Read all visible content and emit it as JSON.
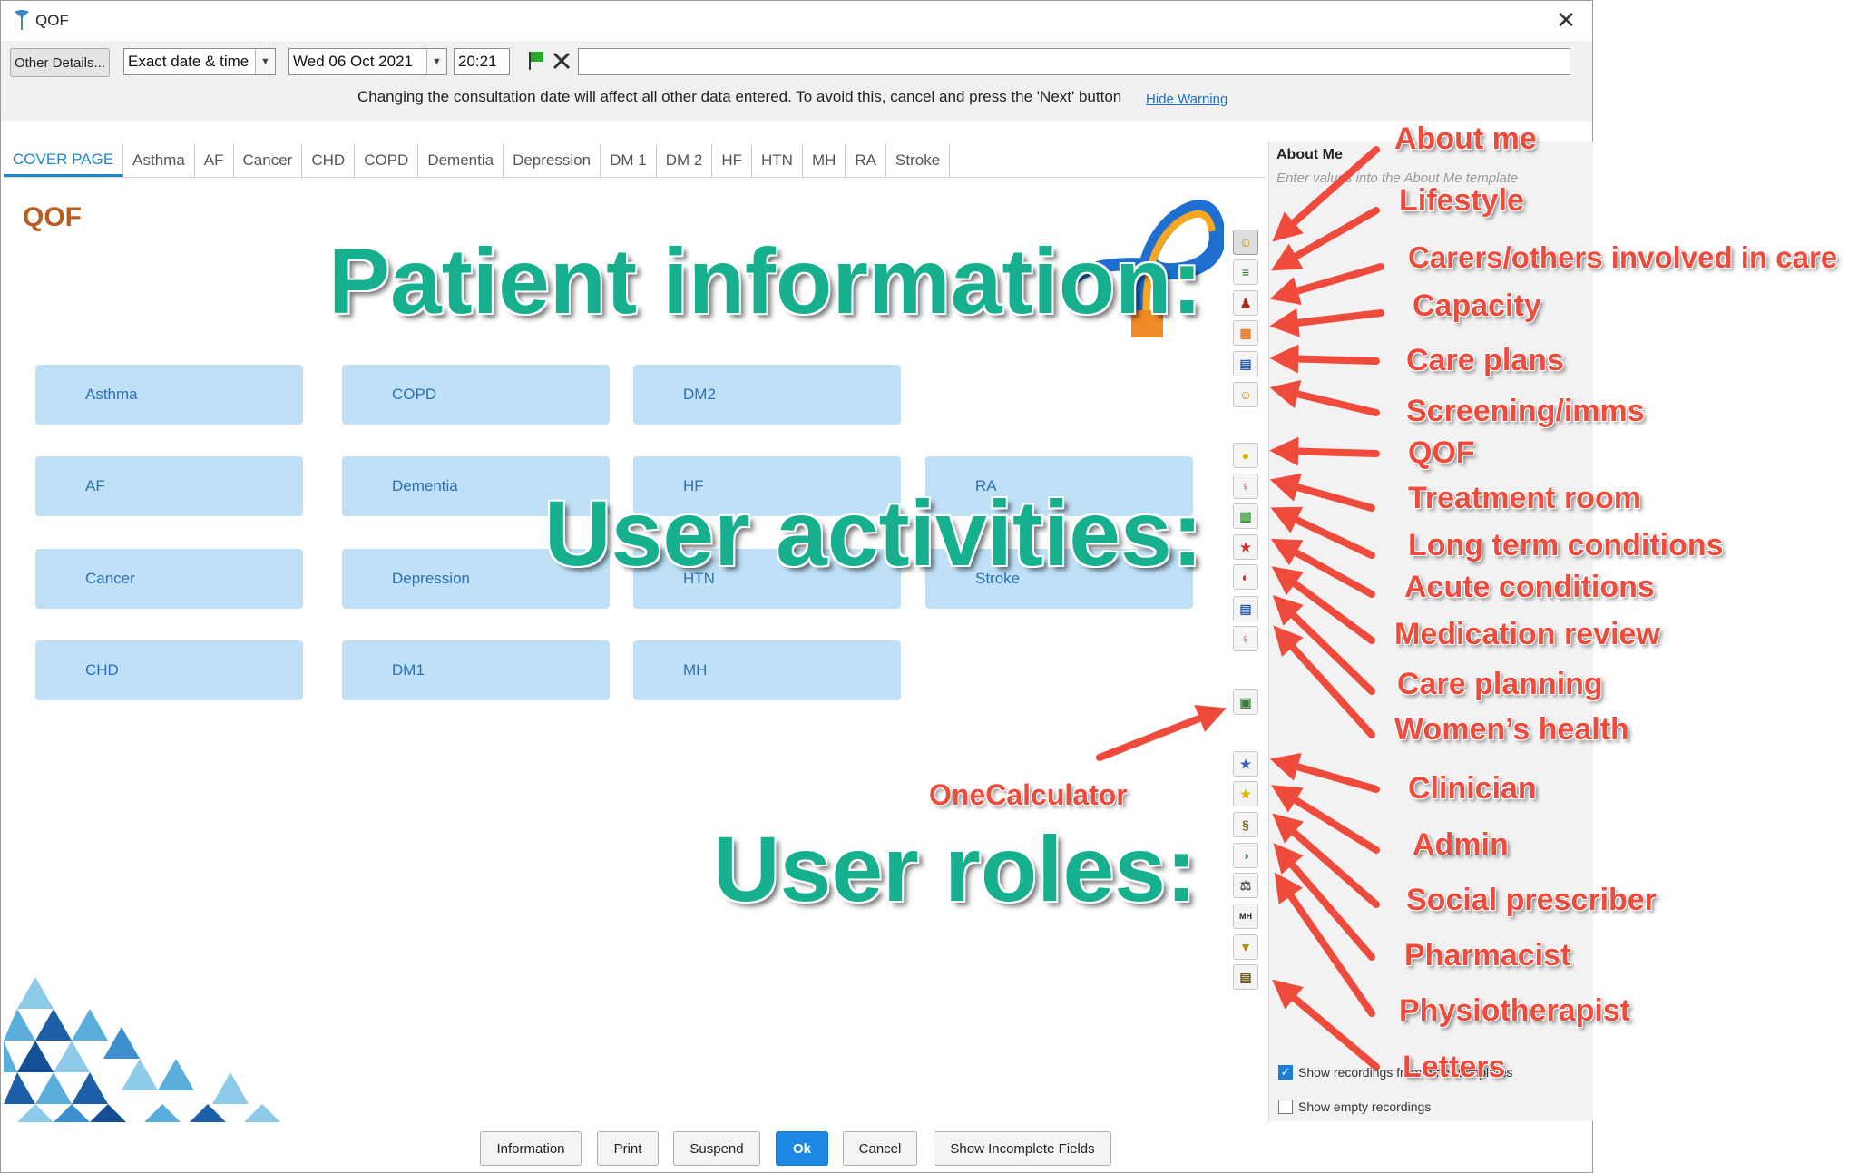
{
  "window": {
    "title": "QOF",
    "close_glyph": "✕"
  },
  "toolbar": {
    "other_details": "Other Details...",
    "date_mode": "Exact date & time",
    "date": "Wed 06 Oct 2021",
    "time": "20:21",
    "flag_icon": "green-flag-icon",
    "clear_icon": "close-icon",
    "notes_value": "",
    "warning": "Changing the consultation date will affect all other data entered. To avoid this, cancel and press the 'Next' button",
    "hide_warning": "Hide Warning"
  },
  "tabs": [
    "COVER PAGE",
    "Asthma",
    "AF",
    "Cancer",
    "CHD",
    "COPD",
    "Dementia",
    "Depression",
    "DM 1",
    "DM 2",
    "HF",
    "HTN",
    "MH",
    "RA",
    "Stroke"
  ],
  "active_tab": "COVER PAGE",
  "main": {
    "heading": "QOF",
    "tiles": [
      "Asthma",
      "COPD",
      "DM2",
      "AF",
      "Dementia",
      "HF",
      "RA",
      "Cancer",
      "Depression",
      "HTN",
      "Stroke",
      "CHD",
      "DM1",
      "MH"
    ]
  },
  "side_icons": [
    {
      "name": "about-me-icon",
      "glyph": "☺",
      "color": "#c68a00"
    },
    {
      "name": "lifestyle-icon",
      "glyph": "≡",
      "color": "#2f6b1f"
    },
    {
      "name": "carers-icon",
      "glyph": "♟",
      "color": "#b52a1b"
    },
    {
      "name": "capacity-icon",
      "glyph": "▦",
      "color": "#e27d2c"
    },
    {
      "name": "care-plans-icon",
      "glyph": "▤",
      "color": "#2a5fb0"
    },
    {
      "name": "screening-icon",
      "glyph": "☺",
      "color": "#c68a00"
    },
    {
      "name": "qof-icon",
      "glyph": "●",
      "color": "#d9b600"
    },
    {
      "name": "treatment-room-icon",
      "glyph": "♀",
      "color": "#b5322a"
    },
    {
      "name": "long-term-conditions-icon",
      "glyph": "▥",
      "color": "#2e8f2e"
    },
    {
      "name": "acute-conditions-icon",
      "glyph": "★",
      "color": "#d3332a"
    },
    {
      "name": "medication-review-icon",
      "glyph": "◐",
      "color": "#c0392b"
    },
    {
      "name": "care-planning-icon",
      "glyph": "▤",
      "color": "#2a5fb0"
    },
    {
      "name": "womens-health-icon",
      "glyph": "♀",
      "color": "#b5322a"
    },
    {
      "name": "onecalculator-icon",
      "glyph": "▣",
      "color": "#3a7d3a"
    },
    {
      "name": "clinician-icon",
      "glyph": "★",
      "color": "#3a5fc8"
    },
    {
      "name": "admin-icon",
      "glyph": "★",
      "color": "#e0b400"
    },
    {
      "name": "social-prescriber-icon",
      "glyph": "§",
      "color": "#8a6a1a"
    },
    {
      "name": "pharmacist-icon",
      "glyph": "◑",
      "color": "#3a7dc8"
    },
    {
      "name": "physiotherapist-icon",
      "glyph": "⚖",
      "color": "#555555"
    },
    {
      "name": "mh-icon",
      "glyph": "MH",
      "color": "#222222"
    },
    {
      "name": "letters-tool-icon",
      "glyph": "▼",
      "color": "#c08a00"
    },
    {
      "name": "letters-icon",
      "glyph": "▤",
      "color": "#6b5a1a"
    }
  ],
  "right_panel": {
    "title": "About Me",
    "hint": "Enter values into the About Me template",
    "show_recordings": "Show recordings from other templates",
    "show_recordings_checked": true,
    "show_empty": "Show empty recordings",
    "show_empty_checked": false,
    "check_glyph": "✓"
  },
  "buttons": {
    "information": "Information",
    "print": "Print",
    "suspend": "Suspend",
    "ok": "Ok",
    "cancel": "Cancel",
    "show_incomplete": "Show Incomplete Fields"
  },
  "annotations": {
    "labels": [
      "About me",
      "Lifestyle",
      "Carers/others involved in care",
      "Capacity",
      "Care plans",
      "Screening/imms",
      "QOF",
      "Treatment room",
      "Long term conditions",
      "Acute conditions",
      "Medication review",
      "Care planning",
      "Women’s health",
      "Clinician",
      "Admin",
      "Social prescriber",
      "Pharmacist",
      "Physiotherapist",
      "Letters"
    ],
    "onecalculator": "OneCalculator",
    "headings": [
      "Patient information:",
      "User activities:",
      "User roles:"
    ],
    "label_color": "#ef4b3c",
    "heading_color": "#17b08e"
  }
}
